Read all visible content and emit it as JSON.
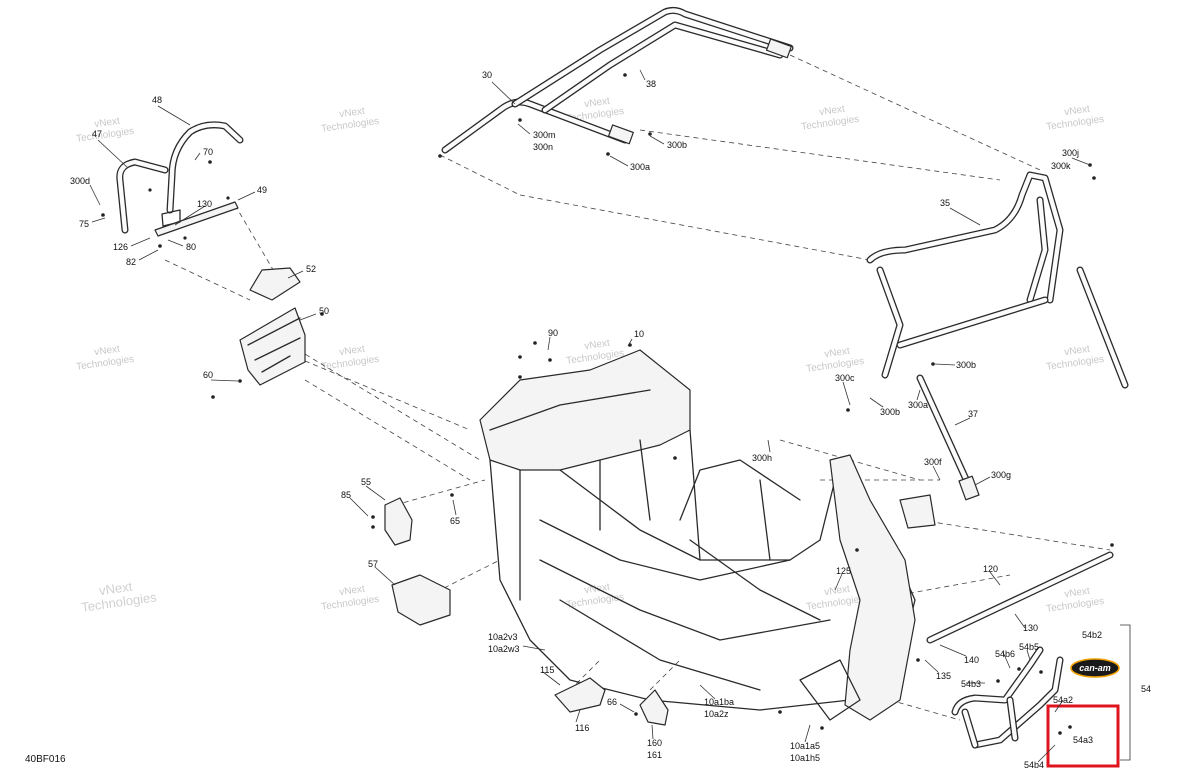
{
  "diagram_code": "40BF016",
  "watermark": [
    "vNext",
    "Technologies"
  ],
  "brand_logo": "can-am",
  "highlight_color": "#e0141c",
  "callouts": [
    {
      "id": "48",
      "text": "48"
    },
    {
      "id": "47",
      "text": "47"
    },
    {
      "id": "70",
      "text": "70"
    },
    {
      "id": "300d",
      "text": "300d"
    },
    {
      "id": "130a",
      "text": "130"
    },
    {
      "id": "49",
      "text": "49"
    },
    {
      "id": "75",
      "text": "75"
    },
    {
      "id": "126",
      "text": "126"
    },
    {
      "id": "80",
      "text": "80"
    },
    {
      "id": "82",
      "text": "82"
    },
    {
      "id": "30",
      "text": "30"
    },
    {
      "id": "38",
      "text": "38"
    },
    {
      "id": "300m",
      "text": "300m"
    },
    {
      "id": "300n",
      "text": "300n"
    },
    {
      "id": "300b_top",
      "text": "300b"
    },
    {
      "id": "300a_top",
      "text": "300a"
    },
    {
      "id": "300j",
      "text": "300j"
    },
    {
      "id": "300k",
      "text": "300k"
    },
    {
      "id": "35",
      "text": "35"
    },
    {
      "id": "52",
      "text": "52"
    },
    {
      "id": "50",
      "text": "50"
    },
    {
      "id": "60",
      "text": "60"
    },
    {
      "id": "90",
      "text": "90"
    },
    {
      "id": "10",
      "text": "10"
    },
    {
      "id": "300b_mid",
      "text": "300b"
    },
    {
      "id": "300c",
      "text": "300c"
    },
    {
      "id": "300b_low",
      "text": "300b"
    },
    {
      "id": "300a_mid",
      "text": "300a"
    },
    {
      "id": "37",
      "text": "37"
    },
    {
      "id": "300h",
      "text": "300h"
    },
    {
      "id": "300f",
      "text": "300f"
    },
    {
      "id": "300g",
      "text": "300g"
    },
    {
      "id": "55",
      "text": "55"
    },
    {
      "id": "85",
      "text": "85"
    },
    {
      "id": "65",
      "text": "65"
    },
    {
      "id": "57",
      "text": "57"
    },
    {
      "id": "125",
      "text": "125"
    },
    {
      "id": "120",
      "text": "120"
    },
    {
      "id": "130b",
      "text": "130"
    },
    {
      "id": "10a2v3",
      "text": "10a2v3"
    },
    {
      "id": "10a2w3",
      "text": "10a2w3"
    },
    {
      "id": "115",
      "text": "115"
    },
    {
      "id": "116",
      "text": "116"
    },
    {
      "id": "66",
      "text": "66"
    },
    {
      "id": "160",
      "text": "160"
    },
    {
      "id": "161",
      "text": "161"
    },
    {
      "id": "10a1ba",
      "text": "10a1ba"
    },
    {
      "id": "10a2z",
      "text": "10a2z"
    },
    {
      "id": "10a1a5",
      "text": "10a1a5"
    },
    {
      "id": "10a1h5",
      "text": "10a1h5"
    },
    {
      "id": "140",
      "text": "140"
    },
    {
      "id": "135",
      "text": "135"
    },
    {
      "id": "54b6",
      "text": "54b6"
    },
    {
      "id": "54b5",
      "text": "54b5"
    },
    {
      "id": "54b3",
      "text": "54b3"
    },
    {
      "id": "54b2",
      "text": "54b2"
    },
    {
      "id": "54",
      "text": "54"
    },
    {
      "id": "54a2",
      "text": "54a2"
    },
    {
      "id": "54a3",
      "text": "54a3"
    },
    {
      "id": "54b4",
      "text": "54b4"
    }
  ]
}
